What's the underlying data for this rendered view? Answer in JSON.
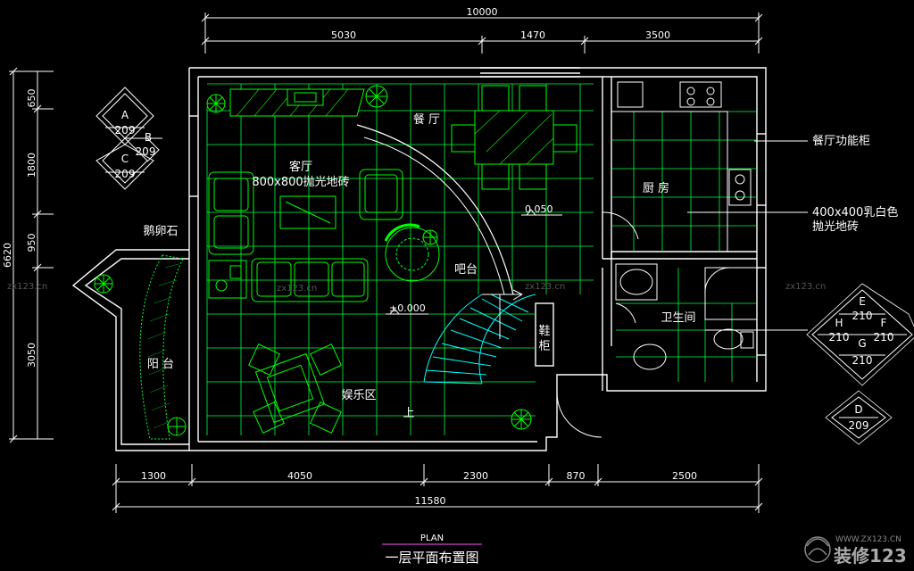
{
  "dims": {
    "top_total": "10000",
    "top_1": "5030",
    "top_2": "1470",
    "top_3": "3500",
    "left_total": "6620",
    "left_1": "650",
    "left_2": "1800",
    "left_3": "950",
    "left_4": "3050",
    "bot_1": "1300",
    "bot_2": "4050",
    "bot_3": "2300",
    "bot_4": "870",
    "bot_5": "2500",
    "bot_total": "11580"
  },
  "rooms": {
    "dining": "餐 厅",
    "living": "客厅",
    "living_floor": "800x800抛光地砖",
    "kitchen": "厨 房",
    "bar": "吧台",
    "bathroom": "卫生间",
    "balcony": "阳 台",
    "pebble": "鹅卵石",
    "entertainment": "娱乐区",
    "shoe_cabinet_1": "鞋",
    "shoe_cabinet_2": "柜",
    "stairs_up": "上"
  },
  "levels": {
    "kitchen_level": "0.050",
    "living_level": "±0.000"
  },
  "notes": {
    "dining_cabinet": "餐厅功能柜",
    "kitchen_floor_1": "400x400乳白色",
    "kitchen_floor_2": "抛光地砖"
  },
  "tags": {
    "a_letter": "A",
    "a_num": "209",
    "b_letter": "B",
    "b_num": "209",
    "c_letter": "C",
    "c_num": "209",
    "d_letter": "D",
    "d_num": "209",
    "e_letter": "E",
    "e_num": "210",
    "f_letter": "F",
    "f_num": "210",
    "g_letter": "G",
    "g_num": "210",
    "h_letter": "H",
    "h_num": "210"
  },
  "title": {
    "en": "PLAN",
    "cn": "一层平面布置图"
  },
  "watermarks": {
    "wm1": "zx123.cn",
    "wm2": "zx123.cn",
    "wm3": "zx123.cn",
    "wm4": "zx123.cn",
    "logo_url": "WWW.ZX123.CN",
    "logo_text": "装修123"
  },
  "colors": {
    "background": "#000000",
    "walls": "#ffffff",
    "grid_green": "#00ff40",
    "stairs_cyan": "#00ffff",
    "title_underline": "#cc44cc"
  }
}
